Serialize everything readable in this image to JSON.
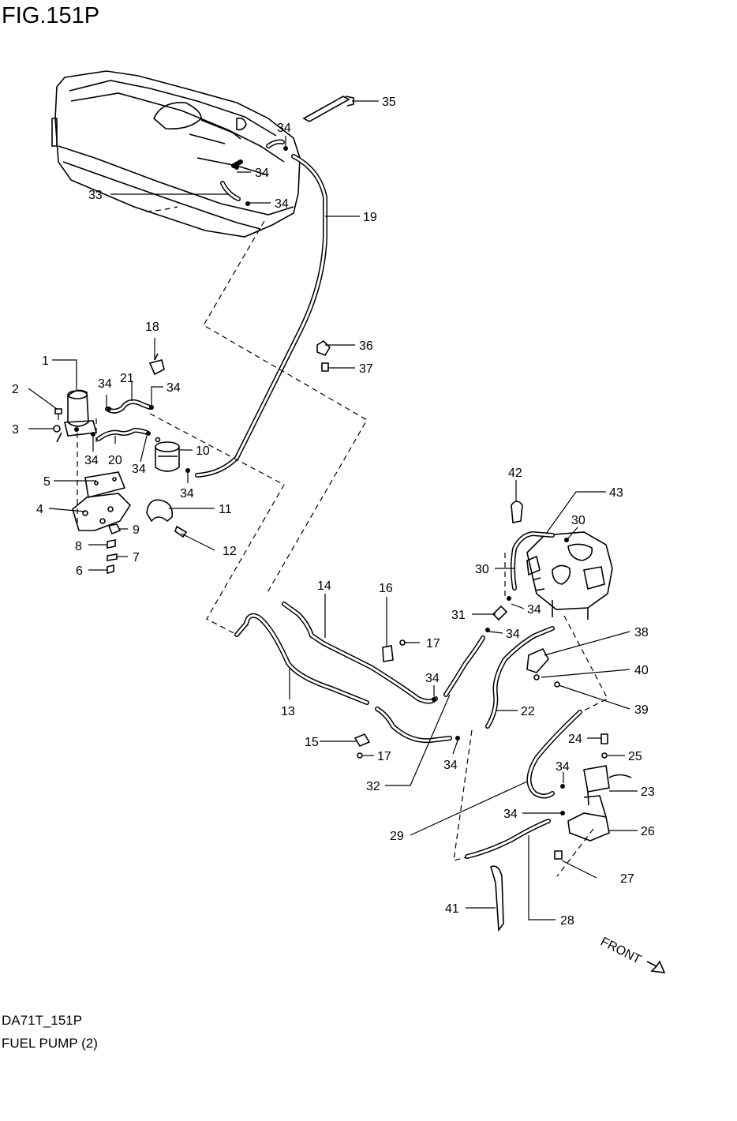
{
  "figure_title": "FIG.151P",
  "figure_code": "DA71T_151P",
  "caption": "FUEL PUMP (2)",
  "front_label": "FRONT",
  "callouts": {
    "c1": "1",
    "c2": "2",
    "c3": "3",
    "c4": "4",
    "c5": "5",
    "c6": "6",
    "c7": "7",
    "c8": "8",
    "c9": "9",
    "c10": "10",
    "c11": "11",
    "c12": "12",
    "c13": "13",
    "c14": "14",
    "c15": "15",
    "c16": "16",
    "c17a": "17",
    "c17b": "17",
    "c18": "18",
    "c19": "19",
    "c20": "20",
    "c21": "21",
    "c22": "22",
    "c23": "23",
    "c24": "24",
    "c25": "25",
    "c26": "26",
    "c27": "27",
    "c28": "28",
    "c29": "29",
    "c30a": "30",
    "c30b": "30",
    "c31": "31",
    "c32": "32",
    "c33": "33",
    "c34_1": "34",
    "c34_2": "34",
    "c34_3": "34",
    "c34_4": "34",
    "c34_5": "34",
    "c34_6": "34",
    "c34_7": "34",
    "c34_8": "34",
    "c34_9": "34",
    "c34_10": "34",
    "c34_11": "34",
    "c34_12": "34",
    "c34_13": "34",
    "c34_14": "34",
    "c35": "35",
    "c36": "36",
    "c37": "37",
    "c38": "38",
    "c39": "39",
    "c40": "40",
    "c41": "41",
    "c42": "42",
    "c43": "43"
  }
}
